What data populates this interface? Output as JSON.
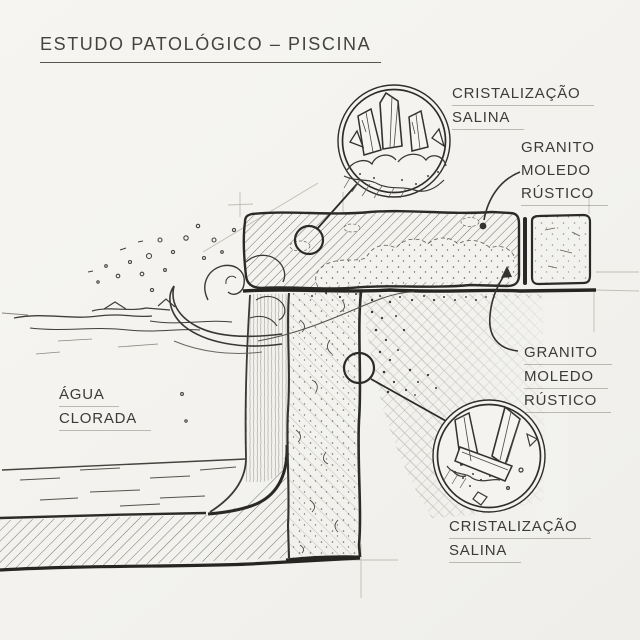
{
  "title": "ESTUDO PATOLÓGICO – PISCINA",
  "labels": {
    "crist_top": {
      "line1": "CRISTALIZAÇÃO",
      "line2": "SALINA"
    },
    "granito_top": {
      "line1": "GRANITO",
      "line2": "MOLEDO",
      "line3": "RÚSTICO"
    },
    "granito_mid": {
      "line1": "GRANITO",
      "line2": "MOLEDO",
      "line3": "RÚSTICO"
    },
    "agua": {
      "line1": "ÁGUA",
      "line2": "CLORADA"
    },
    "crist_bottom": {
      "line1": "CRISTALIZAÇÃO",
      "line2": "SALINA"
    }
  },
  "colors": {
    "paper": "#f3f2ee",
    "ink": "#2d2c29",
    "faint": "#bdb9b0"
  }
}
